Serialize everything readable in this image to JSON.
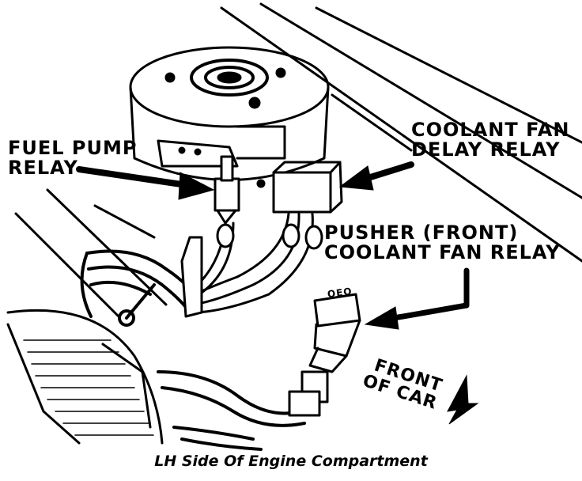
{
  "labels": {
    "fuel_pump_relay": [
      "FUEL PUMP",
      "RELAY"
    ],
    "coolant_fan_delay_relay": [
      "COOLANT FAN",
      "DELAY RELAY"
    ],
    "pusher_front_coolant_fan_relay": [
      "PUSHER (FRONT)",
      "COOLANT FAN RELAY"
    ],
    "front_of_car": [
      "FRONT",
      "OF CAR"
    ],
    "connector_marking": "OEO"
  },
  "caption": "LH Side Of Engine Compartment",
  "colors": {
    "ink": "#000000",
    "paper": "#ffffff"
  }
}
